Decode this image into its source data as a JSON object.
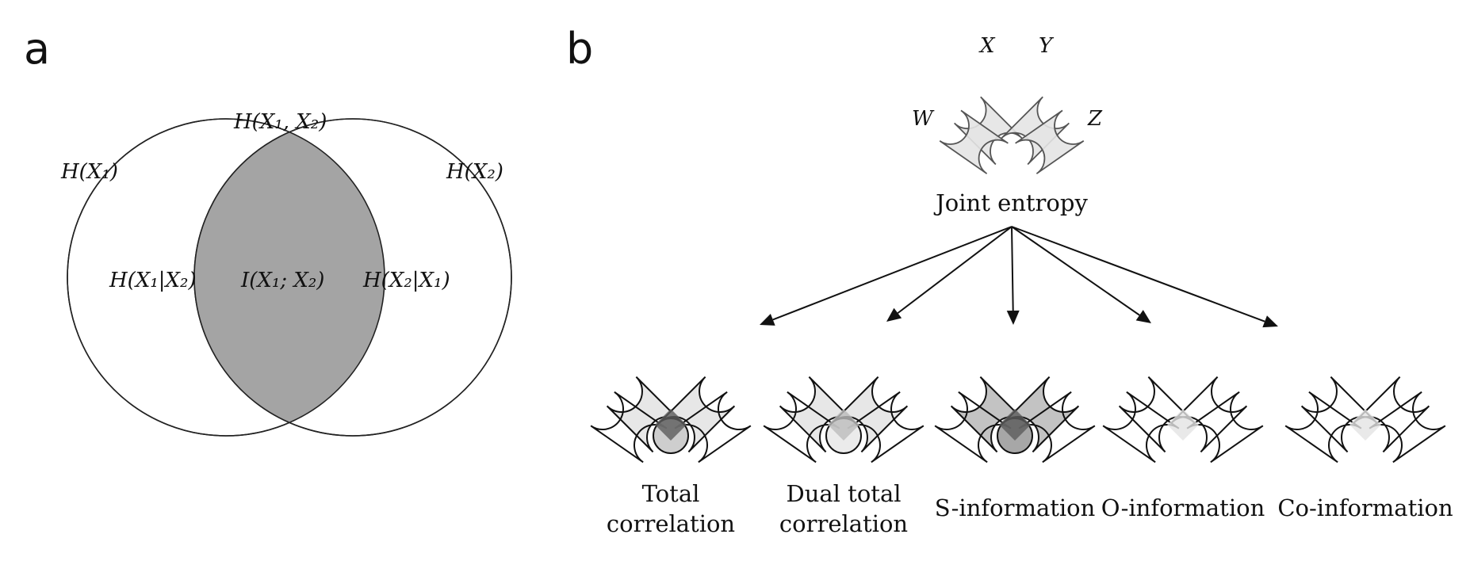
{
  "panel_a": {
    "letter": "a",
    "joint_label": "H(X₁, X₂)",
    "left_label": "H(X₁)",
    "right_label": "H(X₂)",
    "left_region": "H(X₁|X₂)",
    "center_region": "I(X₁; X₂)",
    "right_region": "H(X₂|X₁)",
    "colors": {
      "intersection": "#a4a4a4",
      "stroke": "#222222"
    }
  },
  "panel_b": {
    "letter": "b",
    "variables": [
      "X",
      "Y",
      "W",
      "Z"
    ],
    "top_caption": "Joint entropy",
    "measures": [
      {
        "name": "total-correlation",
        "caption": [
          "Total",
          "correlation"
        ]
      },
      {
        "name": "dual-total-correlation",
        "caption": [
          "Dual total",
          "correlation"
        ]
      },
      {
        "name": "s-information",
        "caption": [
          "S-information"
        ]
      },
      {
        "name": "o-information",
        "caption": [
          "O-information"
        ]
      },
      {
        "name": "co-information",
        "caption": [
          "Co-information"
        ]
      }
    ],
    "colors": {
      "light": "#e4e4e4",
      "mid": "#bdbdbd",
      "dark": "#8a8a8a",
      "darkest": "#5c5c5c"
    }
  }
}
